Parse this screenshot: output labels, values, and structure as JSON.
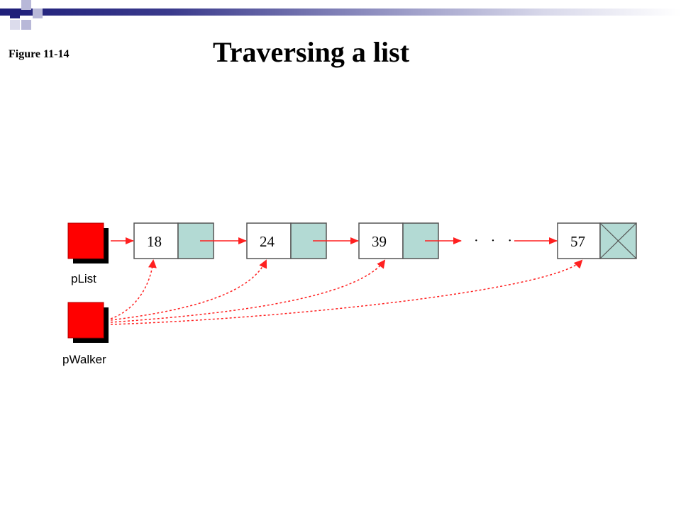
{
  "header": {
    "figure_label": "Figure 11-14",
    "title": "Traversing a list"
  },
  "diagram": {
    "nodes": [
      {
        "value": "18",
        "is_last": false
      },
      {
        "value": "24",
        "is_last": false
      },
      {
        "value": "39",
        "is_last": false
      },
      {
        "value": "57",
        "is_last": true
      }
    ],
    "ellipsis": "· · ·",
    "head_pointer_label": "pList",
    "walker_pointer_label": "pWalker"
  },
  "colors": {
    "pointer_fill": "#ff0000",
    "pointer_shadow": "#000000",
    "link_fill": "#b3dad4",
    "node_border": "#555555",
    "arrow": "#ff2020",
    "deco_dark": "#1f1f7a",
    "deco_light": "#b8b8d8"
  }
}
